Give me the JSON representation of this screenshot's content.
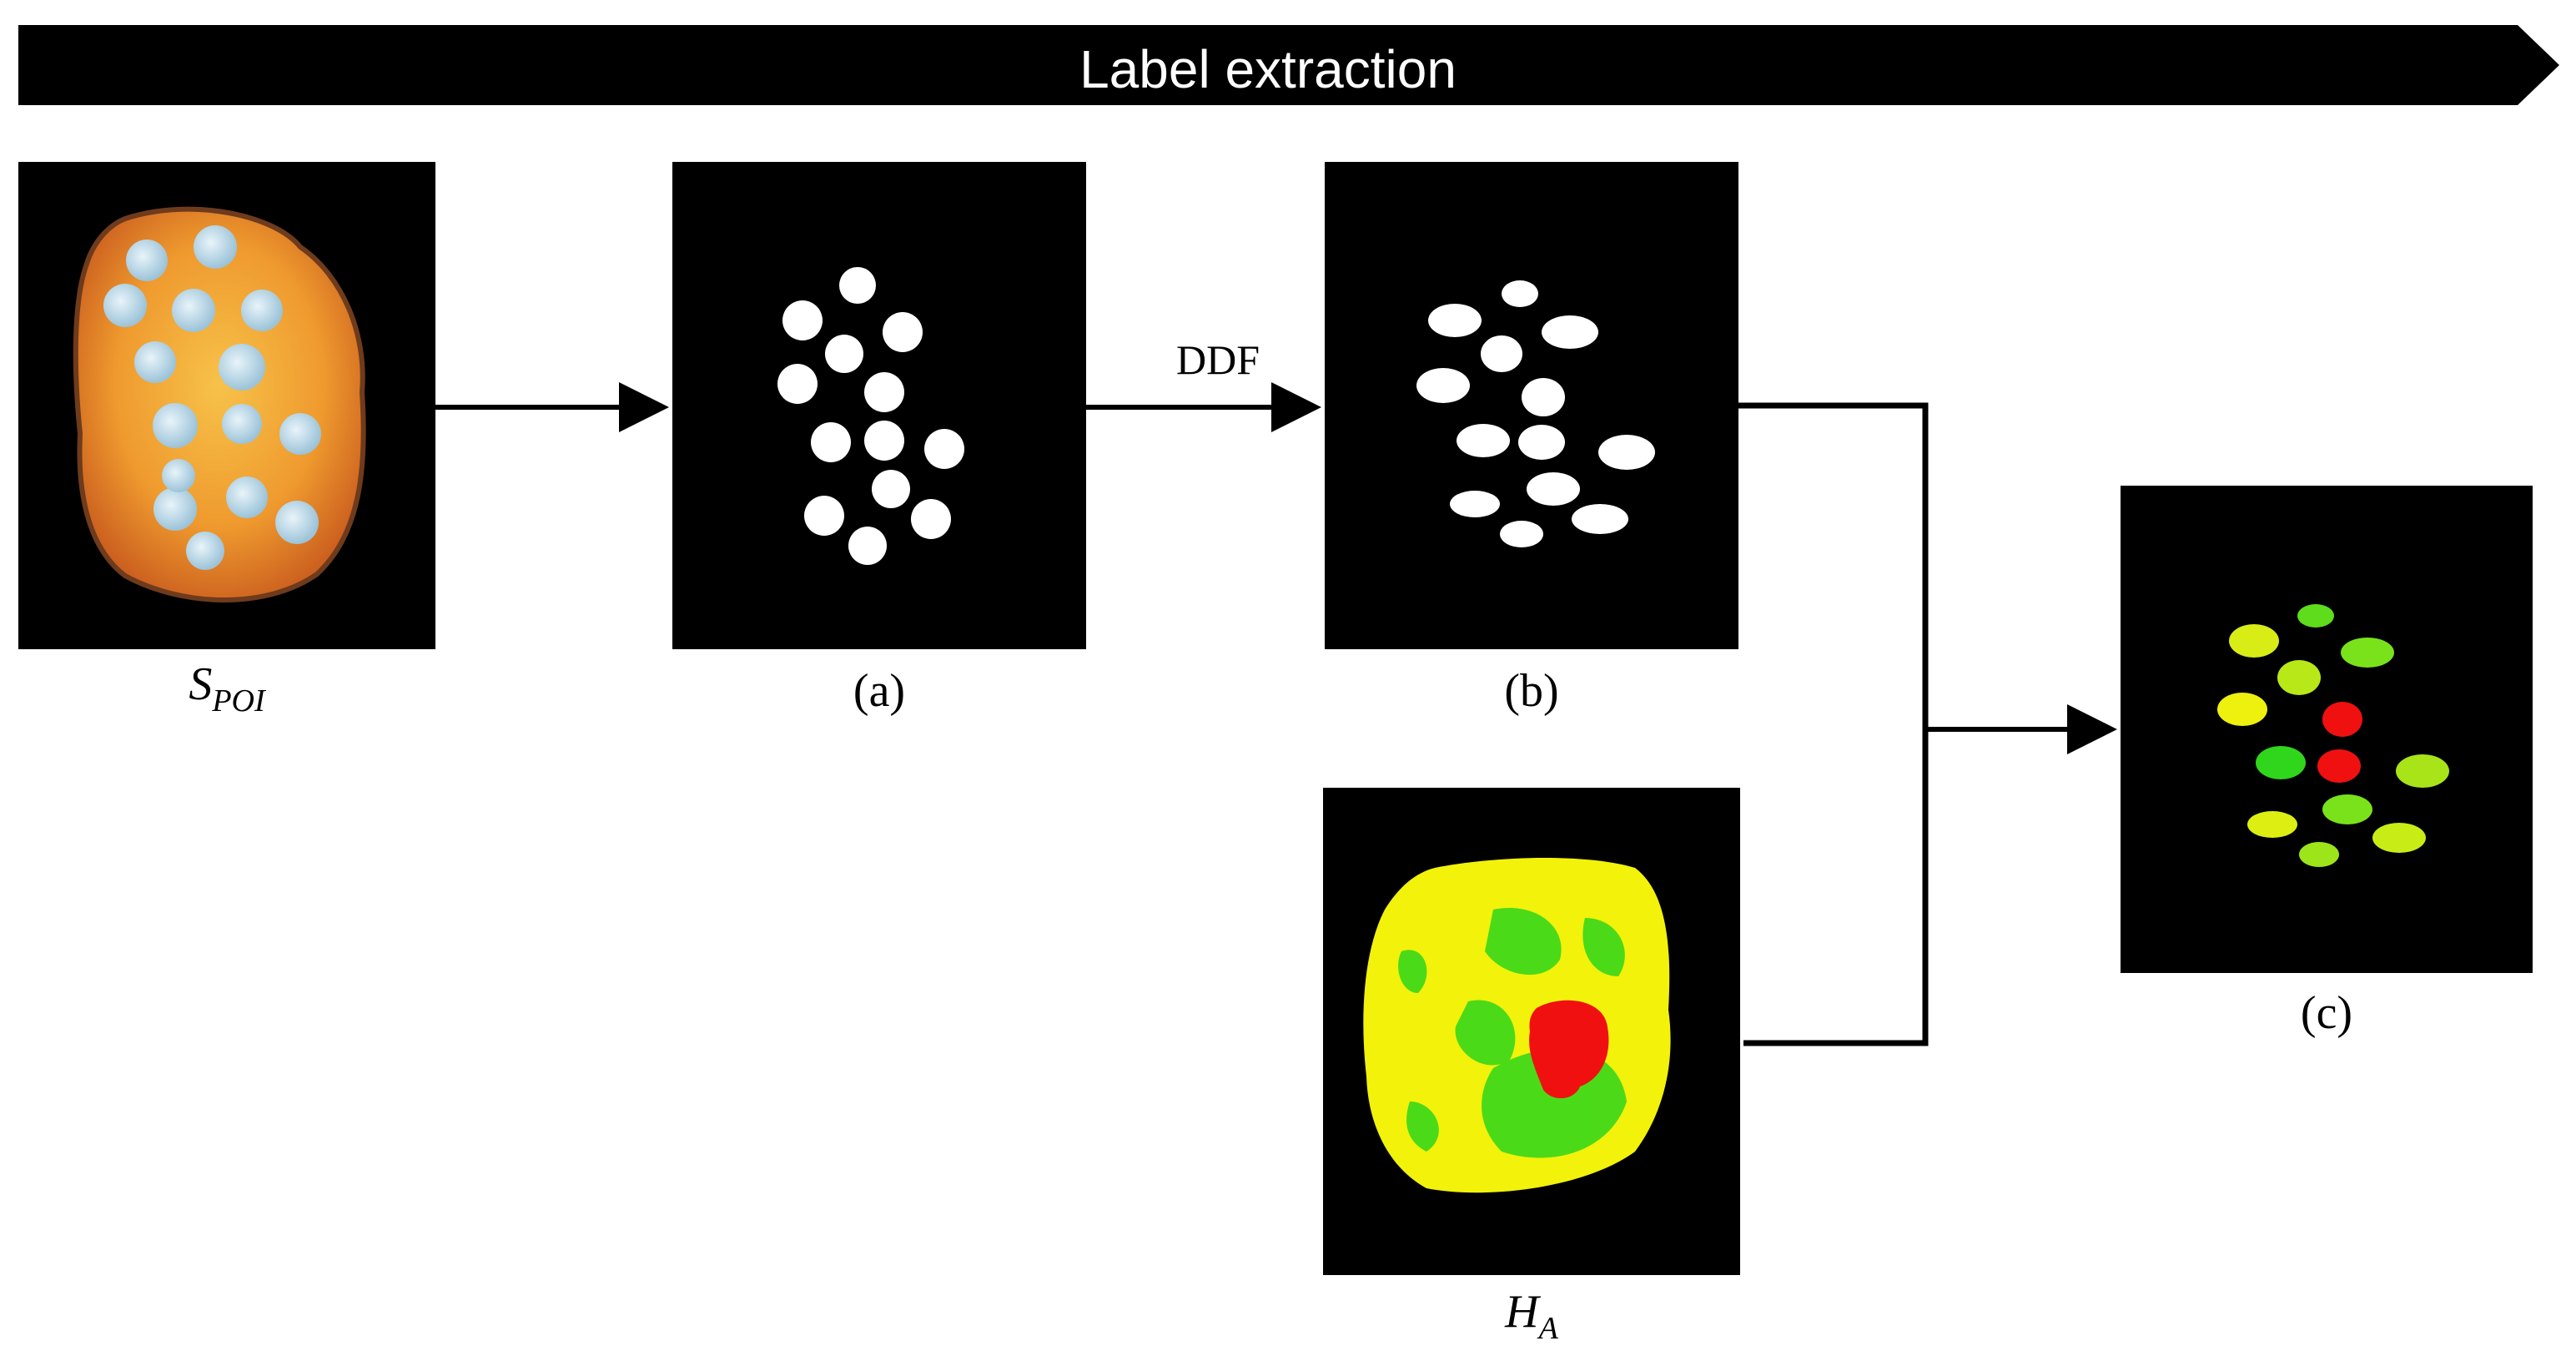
{
  "banner": {
    "label": "Label extraction"
  },
  "panels": {
    "spoi": {
      "caption_main": "S",
      "caption_sub": "POI"
    },
    "a": {
      "caption": "(a)"
    },
    "b": {
      "caption": "(b)"
    },
    "c": {
      "caption": "(c)"
    },
    "ha": {
      "caption_main": "H",
      "caption_sub": "A"
    }
  },
  "arrows": {
    "ddf_label": "DDF"
  },
  "colors": {
    "panel_bg": "#000000",
    "mask": "#ffffff",
    "map_yellow": "#f2f20a",
    "map_green": "#2fd61b",
    "map_red": "#f01010",
    "tissue_orange": "#f0a030",
    "well_blue": "#b8d6e6"
  }
}
